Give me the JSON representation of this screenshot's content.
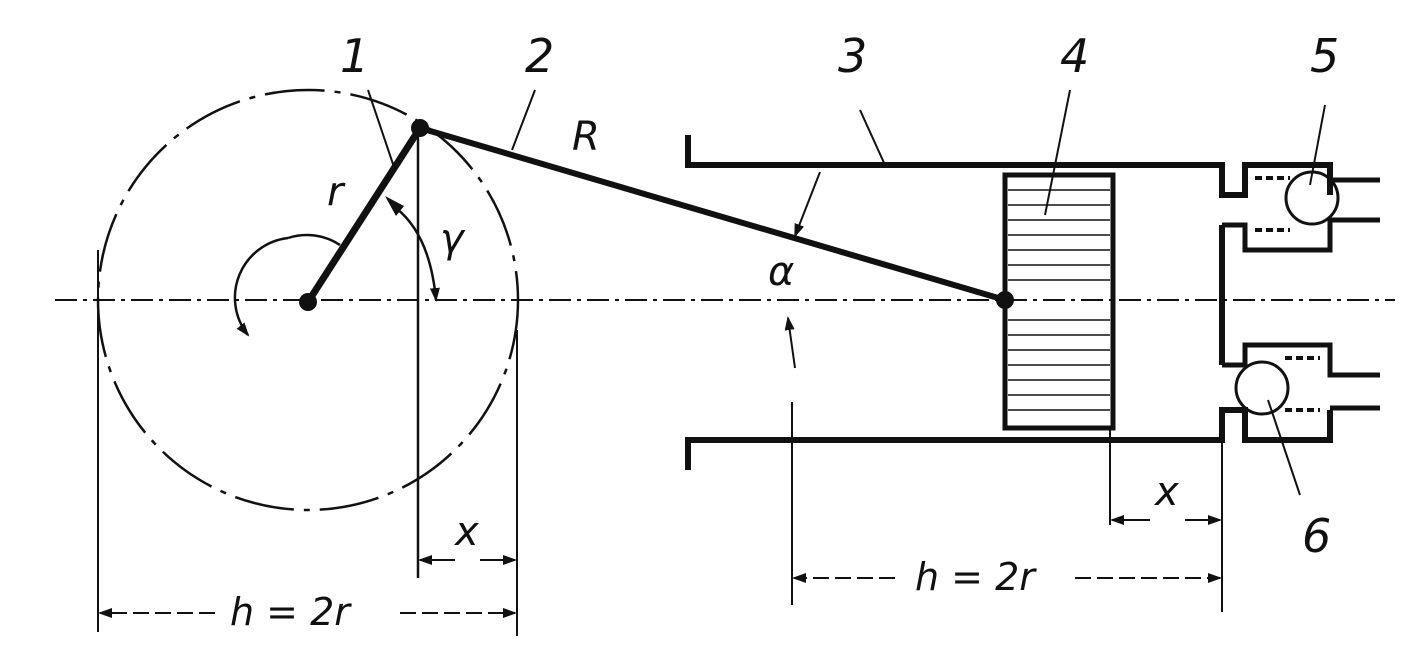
{
  "labels": {
    "part1": "1",
    "part2": "2",
    "part3": "3",
    "part4": "4",
    "part5": "5",
    "part6": "6",
    "crank_radius": "r",
    "rod_length": "R",
    "crank_angle": "γ",
    "rod_angle": "α",
    "crank_displacement": "x",
    "piston_displacement": "x",
    "crank_stroke": "h = 2r",
    "piston_stroke": "h = 2r"
  },
  "colors": {
    "ink": "#111111",
    "background": "#ffffff"
  }
}
